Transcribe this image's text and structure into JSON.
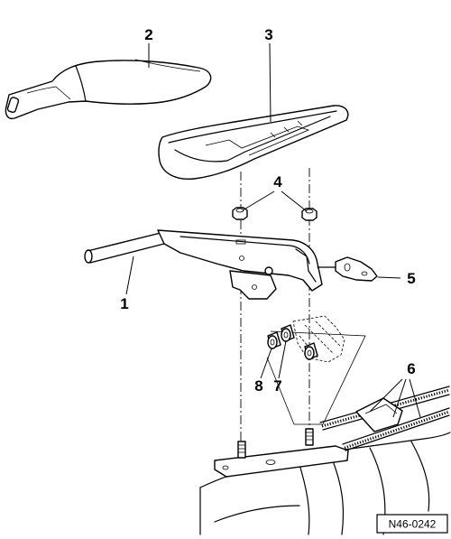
{
  "callouts": [
    "1",
    "2",
    "3",
    "4",
    "5",
    "6",
    "7",
    "8"
  ],
  "figure_ref": "N46-0242"
}
